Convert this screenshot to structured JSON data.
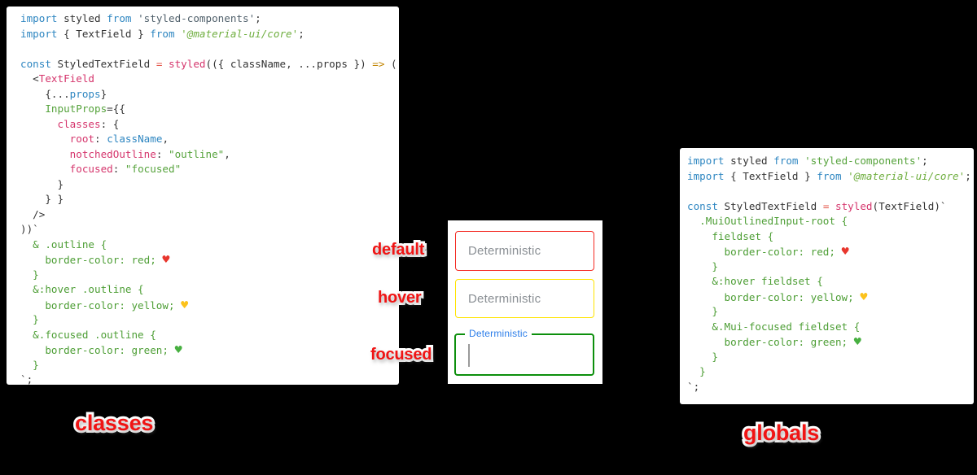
{
  "captions": {
    "default": "default",
    "hover": "hover",
    "focused": "focused",
    "classes": "classes",
    "globals": "globals"
  },
  "textfields": {
    "default": {
      "placeholder": "Deterministic",
      "border_color": "#ff0000"
    },
    "hover": {
      "placeholder": "Deterministic",
      "border_color": "#ffe400"
    },
    "focused": {
      "label": "Deterministic",
      "border_color": "#0c8f0c",
      "label_color": "#2b7de9"
    }
  },
  "colors": {
    "background": "#000000",
    "panel": "#ffffff",
    "keyword_blue": "#2e86c1",
    "string_green": "#56a33c",
    "magenta": "#d5356c",
    "css_green": "#4d9e35",
    "caption_red": "#f01414",
    "heart_red": "#e8362d",
    "heart_yellow": "#fcc21b",
    "heart_green": "#48b041"
  },
  "code_classes": {
    "lines": [
      [
        [
          "k",
          "import"
        ],
        [
          "p",
          " styled "
        ],
        [
          "k",
          "from"
        ],
        [
          "d",
          " 'styled-components'"
        ],
        [
          "p",
          ";"
        ]
      ],
      [
        [
          "k",
          "import"
        ],
        [
          "p",
          " { TextField } "
        ],
        [
          "k",
          "from"
        ],
        [
          "si",
          " '@material-ui/core'"
        ],
        [
          "p",
          ";"
        ]
      ],
      [],
      [
        [
          "k",
          "const"
        ],
        [
          "p",
          " StyledTextField "
        ],
        [
          "e",
          "="
        ],
        [
          "p",
          " "
        ],
        [
          "m",
          "styled"
        ],
        [
          "p",
          "(({ className, ...props }) "
        ],
        [
          "a",
          "=>"
        ],
        [
          "p",
          " ("
        ]
      ],
      [
        [
          "p",
          "  <"
        ],
        [
          "m",
          "TextField"
        ]
      ],
      [
        [
          "p",
          "    {..."
        ],
        [
          "b",
          "props"
        ],
        [
          "p",
          "}"
        ]
      ],
      [
        [
          "p",
          "    "
        ],
        [
          "s",
          "InputProps"
        ],
        [
          "p",
          "={{"
        ]
      ],
      [
        [
          "p",
          "      "
        ],
        [
          "m",
          "classes"
        ],
        [
          "p",
          ": {"
        ]
      ],
      [
        [
          "p",
          "        "
        ],
        [
          "m",
          "root"
        ],
        [
          "p",
          ": "
        ],
        [
          "b",
          "className"
        ],
        [
          "p",
          ","
        ]
      ],
      [
        [
          "p",
          "        "
        ],
        [
          "m",
          "notchedOutline"
        ],
        [
          "p",
          ": "
        ],
        [
          "s",
          "\"outline\""
        ],
        [
          "p",
          ","
        ]
      ],
      [
        [
          "p",
          "        "
        ],
        [
          "m",
          "focused"
        ],
        [
          "p",
          ": "
        ],
        [
          "s",
          "\"focused\""
        ]
      ],
      [
        [
          "p",
          "      }"
        ]
      ],
      [
        [
          "p",
          "    } }"
        ]
      ],
      [
        [
          "p",
          "  />"
        ]
      ],
      [
        [
          "p",
          "))`"
        ]
      ],
      [
        [
          "c",
          "  & .outline {"
        ]
      ],
      [
        [
          "c",
          "    border-color: red; "
        ],
        [
          "hr",
          "♥"
        ]
      ],
      [
        [
          "c",
          "  }"
        ]
      ],
      [
        [
          "c",
          "  &:hover .outline {"
        ]
      ],
      [
        [
          "c",
          "    border-color: yellow; "
        ],
        [
          "hy",
          "♥"
        ]
      ],
      [
        [
          "c",
          "  }"
        ]
      ],
      [
        [
          "c",
          "  &.focused .outline {"
        ]
      ],
      [
        [
          "c",
          "    border-color: green; "
        ],
        [
          "hg",
          "♥"
        ]
      ],
      [
        [
          "c",
          "  }"
        ]
      ],
      [
        [
          "p",
          "`;"
        ]
      ]
    ]
  },
  "code_globals": {
    "lines": [
      [
        [
          "k",
          "import"
        ],
        [
          "p",
          " styled "
        ],
        [
          "k",
          "from"
        ],
        [
          "s",
          " 'styled-components'"
        ],
        [
          "p",
          ";"
        ]
      ],
      [
        [
          "k",
          "import"
        ],
        [
          "p",
          " { TextField } "
        ],
        [
          "k",
          "from"
        ],
        [
          "si",
          " '@material-ui/core'"
        ],
        [
          "p",
          ";"
        ]
      ],
      [],
      [
        [
          "k",
          "const"
        ],
        [
          "p",
          " StyledTextField "
        ],
        [
          "e",
          "="
        ],
        [
          "p",
          " "
        ],
        [
          "m",
          "styled"
        ],
        [
          "p",
          "(TextField)`"
        ]
      ],
      [
        [
          "c",
          "  .MuiOutlinedInput-root {"
        ]
      ],
      [
        [
          "c",
          "    fieldset {"
        ]
      ],
      [
        [
          "c",
          "      border-color: red; "
        ],
        [
          "hr",
          "♥"
        ]
      ],
      [
        [
          "c",
          "    }"
        ]
      ],
      [
        [
          "c",
          "    &:hover fieldset {"
        ]
      ],
      [
        [
          "c",
          "      border-color: yellow; "
        ],
        [
          "hy",
          "♥"
        ]
      ],
      [
        [
          "c",
          "    }"
        ]
      ],
      [
        [
          "c",
          "    &.Mui-focused fieldset {"
        ]
      ],
      [
        [
          "c",
          "      border-color: green; "
        ],
        [
          "hg",
          "♥"
        ]
      ],
      [
        [
          "c",
          "    }"
        ]
      ],
      [
        [
          "c",
          "  }"
        ]
      ],
      [
        [
          "p",
          "`;"
        ]
      ]
    ]
  }
}
